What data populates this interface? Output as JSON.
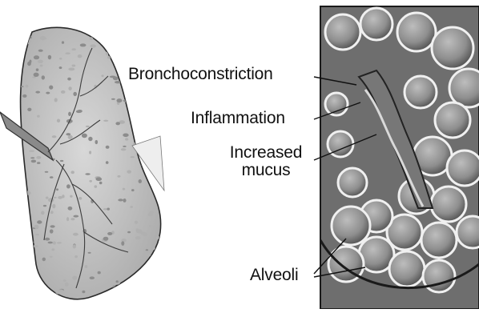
{
  "labels": {
    "bronchoconstriction": "Bronchoconstriction",
    "inflammation": "Inflammation",
    "increased_mucus_line1": "Increased",
    "increased_mucus_line2": "mucus",
    "alveoli": "Alveoli"
  },
  "colors": {
    "lung_fill": "#c9c9c9",
    "lung_outline": "#2a2a2a",
    "panel_border": "#1a1a1a",
    "alveolus_fill": "#9a9a9a",
    "alveolus_shadow": "#5e5e5e",
    "background": "#ffffff"
  }
}
